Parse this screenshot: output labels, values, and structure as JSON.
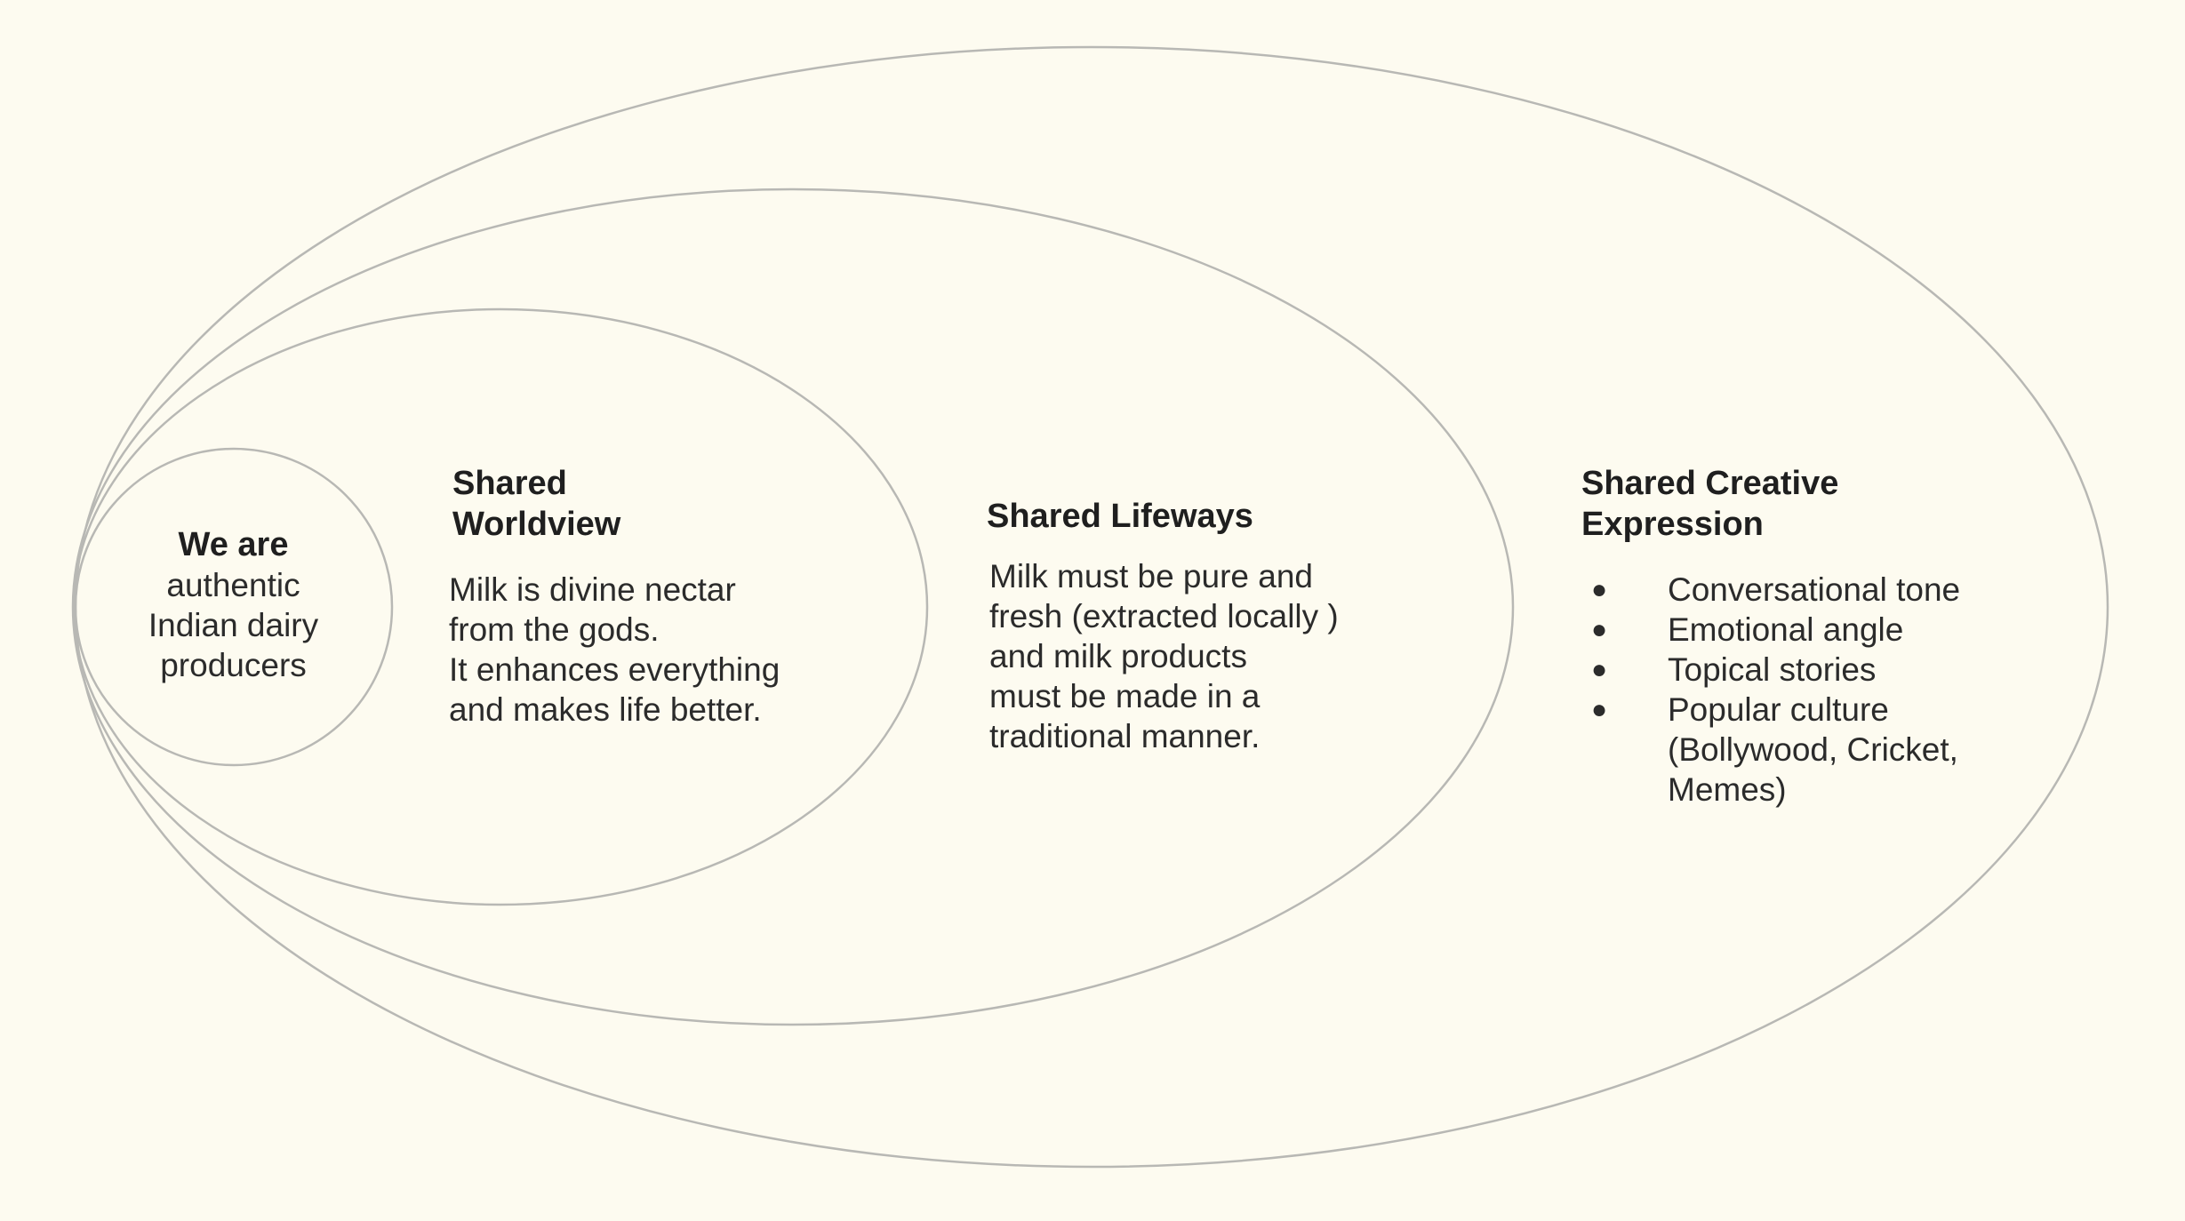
{
  "core": {
    "title": "We are",
    "lines": [
      "authentic",
      "Indian dairy",
      "producers"
    ]
  },
  "worldview": {
    "title": "Shared\nWorldview",
    "lines": [
      "Milk is divine nectar",
      "from the gods.",
      "It enhances everything",
      "and makes life better."
    ]
  },
  "lifeways": {
    "title": "Shared Lifeways",
    "lines": [
      "Milk must be pure and",
      "fresh (extracted locally )",
      "and milk products",
      "must be made in a",
      "traditional manner."
    ]
  },
  "creative": {
    "title": "Shared Creative\nExpression",
    "items": [
      "Conversational tone",
      "Emotional angle",
      "Topical stories",
      "Popular culture\n(Bollywood, Cricket,\nMemes)"
    ],
    "bullet": "●"
  },
  "colors": {
    "background": "#fdfbf0",
    "ring_stroke": "#b8b8b4",
    "heading": "#1f1f1f",
    "text": "#2b2b2b"
  }
}
